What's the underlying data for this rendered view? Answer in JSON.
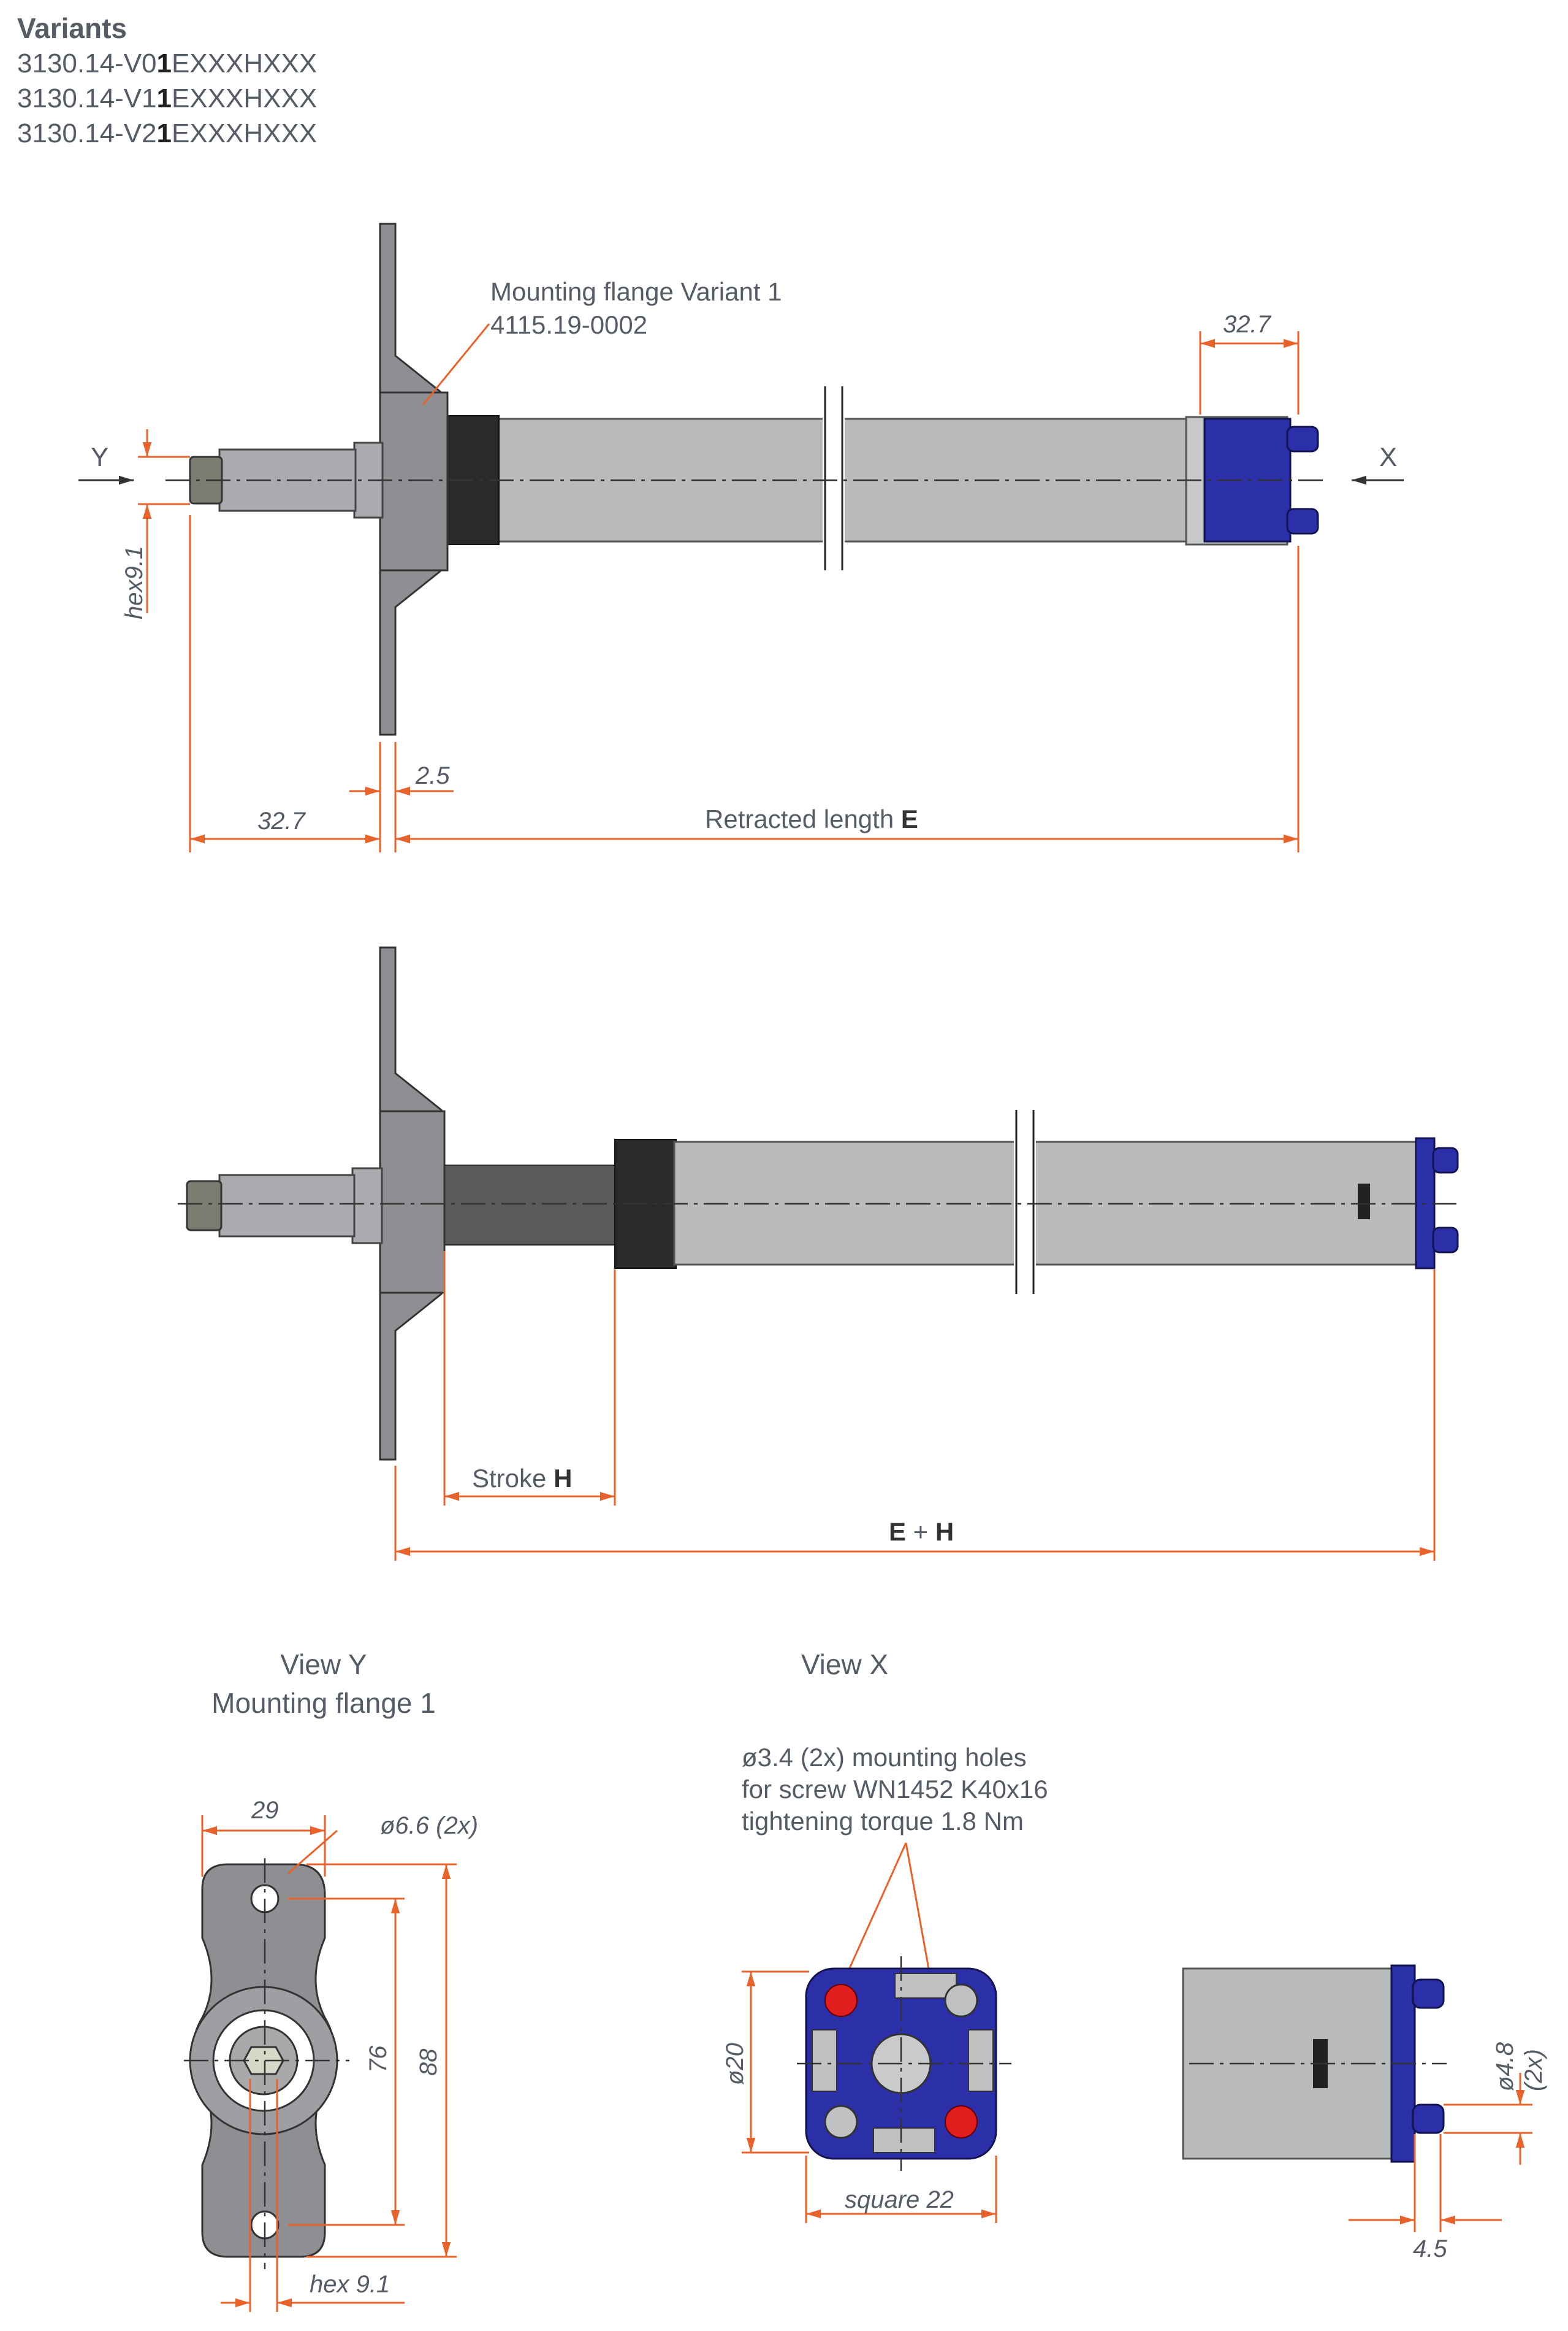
{
  "variants": {
    "heading": "Variants",
    "items": [
      {
        "pre": "3130.14-V0",
        "bold": "1",
        "post": "EXXXHXXX"
      },
      {
        "pre": "3130.14-V1",
        "bold": "1",
        "post": "EXXXHXXX"
      },
      {
        "pre": "3130.14-V2",
        "bold": "1",
        "post": "EXXXHXXX"
      }
    ]
  },
  "top_view": {
    "flange_callout_line1": "Mounting flange Variant 1",
    "flange_callout_line2": "4115.19-0002",
    "view_marker_y": "Y",
    "view_marker_x": "X",
    "dim_hex": "hex9.1",
    "dim_end_cap": "32.7",
    "dim_shaft": "32.7",
    "dim_flange": "2.5",
    "retracted_label": "Retracted length ",
    "retracted_bold": "E"
  },
  "extended_view": {
    "stroke_label": "Stroke ",
    "stroke_bold": "H",
    "total_bold_e": "E",
    "total_plus": " + ",
    "total_bold_h": "H"
  },
  "view_y": {
    "title_line1": "View Y",
    "title_line2": "Mounting flange 1",
    "dim_width": "29",
    "dim_hole": "ø6.6 (2x)",
    "dim_76": "76",
    "dim_88": "88",
    "dim_hex": "hex 9.1"
  },
  "view_x": {
    "title": "View X",
    "note_line1": "ø3.4 (2x) mounting holes",
    "note_line2": "for screw WN1452 K40x16",
    "note_line3": "tightening torque 1.8 Nm",
    "dim_diameter": "ø20",
    "dim_square": "square 22",
    "dim_pin": "ø4.8",
    "dim_pin_count": "(2x)",
    "dim_offset": "4.5"
  },
  "colors": {
    "dimension": "#e8632b",
    "end_cap": "#2b2fa8",
    "body": "#b9babc",
    "text": "#555c66"
  }
}
